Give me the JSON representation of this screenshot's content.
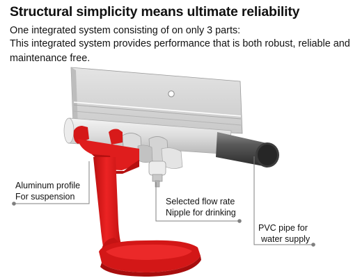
{
  "title": "Structural simplicity means ultimate reliability",
  "subtitle": "One integrated system consisting of on only 3 parts:",
  "description": "This integrated system provides performance that is both robust, reliable and maintenance free.",
  "callouts": {
    "aluminum_profile": {
      "line1": "Aluminum profile",
      "line2": "For suspension"
    },
    "nipple": {
      "line1": "Selected flow rate",
      "line2": "Nipple for drinking"
    },
    "pvc_pipe": {
      "line1": "PVC pipe for",
      "line2": "water supply"
    }
  },
  "colors": {
    "drinker_red": "#e21b1b",
    "aluminum": "#d9d9d9",
    "pvc_pipe": "#4a4a4a",
    "leader_line": "#7f7f7f"
  }
}
